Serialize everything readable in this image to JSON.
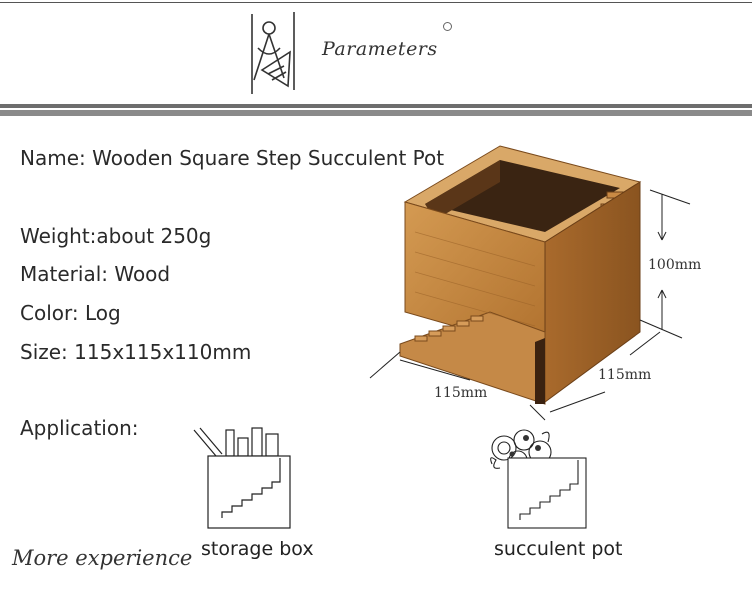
{
  "header": {
    "title": "Parameters"
  },
  "specs": {
    "name": "Name: Wooden Square Step Succulent Pot",
    "weight": "Weight:about 250g",
    "material": "Material: Wood",
    "color": "Color: Log",
    "size": "Size: 115x115x110mm",
    "application": "Application:"
  },
  "dimensions": {
    "height": "100mm",
    "depth": "115mm",
    "width": "115mm"
  },
  "applications": {
    "storage": "storage box",
    "succulent": "succulent pot"
  },
  "footer": {
    "text": "More experience"
  }
}
